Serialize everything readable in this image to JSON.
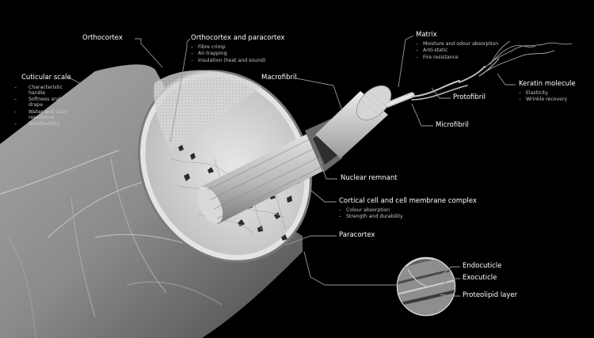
{
  "colors": {
    "background": "#000000",
    "label": "#ffffff",
    "sublabel": "#c8c8c8",
    "leader": "#9a9a9a",
    "fibre_light": "#c9c9c9",
    "fibre_mid": "#9b9b9b",
    "fibre_dark": "#5c5c5c"
  },
  "labels": {
    "orthocortex": {
      "title": "Orthocortex"
    },
    "ortho_para": {
      "title": "Orthocortex and paracortex",
      "items": [
        "Fibre crimp",
        "Air-trapping",
        "Insulation (heat and sound)"
      ]
    },
    "cuticular_scale": {
      "title": "Cuticular scale",
      "items": [
        "Characteristic handle",
        "Softness and drape",
        "Water and stain repellence",
        "Breathability"
      ]
    },
    "matrix": {
      "title": "Matrix",
      "items": [
        "Moisture and odour absorption",
        "Anti-static",
        "Fire resistance"
      ]
    },
    "macrofibril": {
      "title": "Macrofibril"
    },
    "keratin": {
      "title": "Keratin molecule",
      "items": [
        "Elasticity",
        "Wrinkle recovery"
      ]
    },
    "protofibril": {
      "title": "Protofibril"
    },
    "microfibril": {
      "title": "Microfibril"
    },
    "nuclear_remnant": {
      "title": "Nuclear remnant"
    },
    "cortical": {
      "title": "Cortical cell and cell membrane complex",
      "items": [
        "Colour absorption",
        "Strength and durability"
      ]
    },
    "paracortex": {
      "title": "Paracortex"
    },
    "endocuticle": {
      "title": "Endocuticle"
    },
    "exocuticle": {
      "title": "Exocuticle"
    },
    "proteolipid": {
      "title": "Proteolipid layer"
    }
  }
}
